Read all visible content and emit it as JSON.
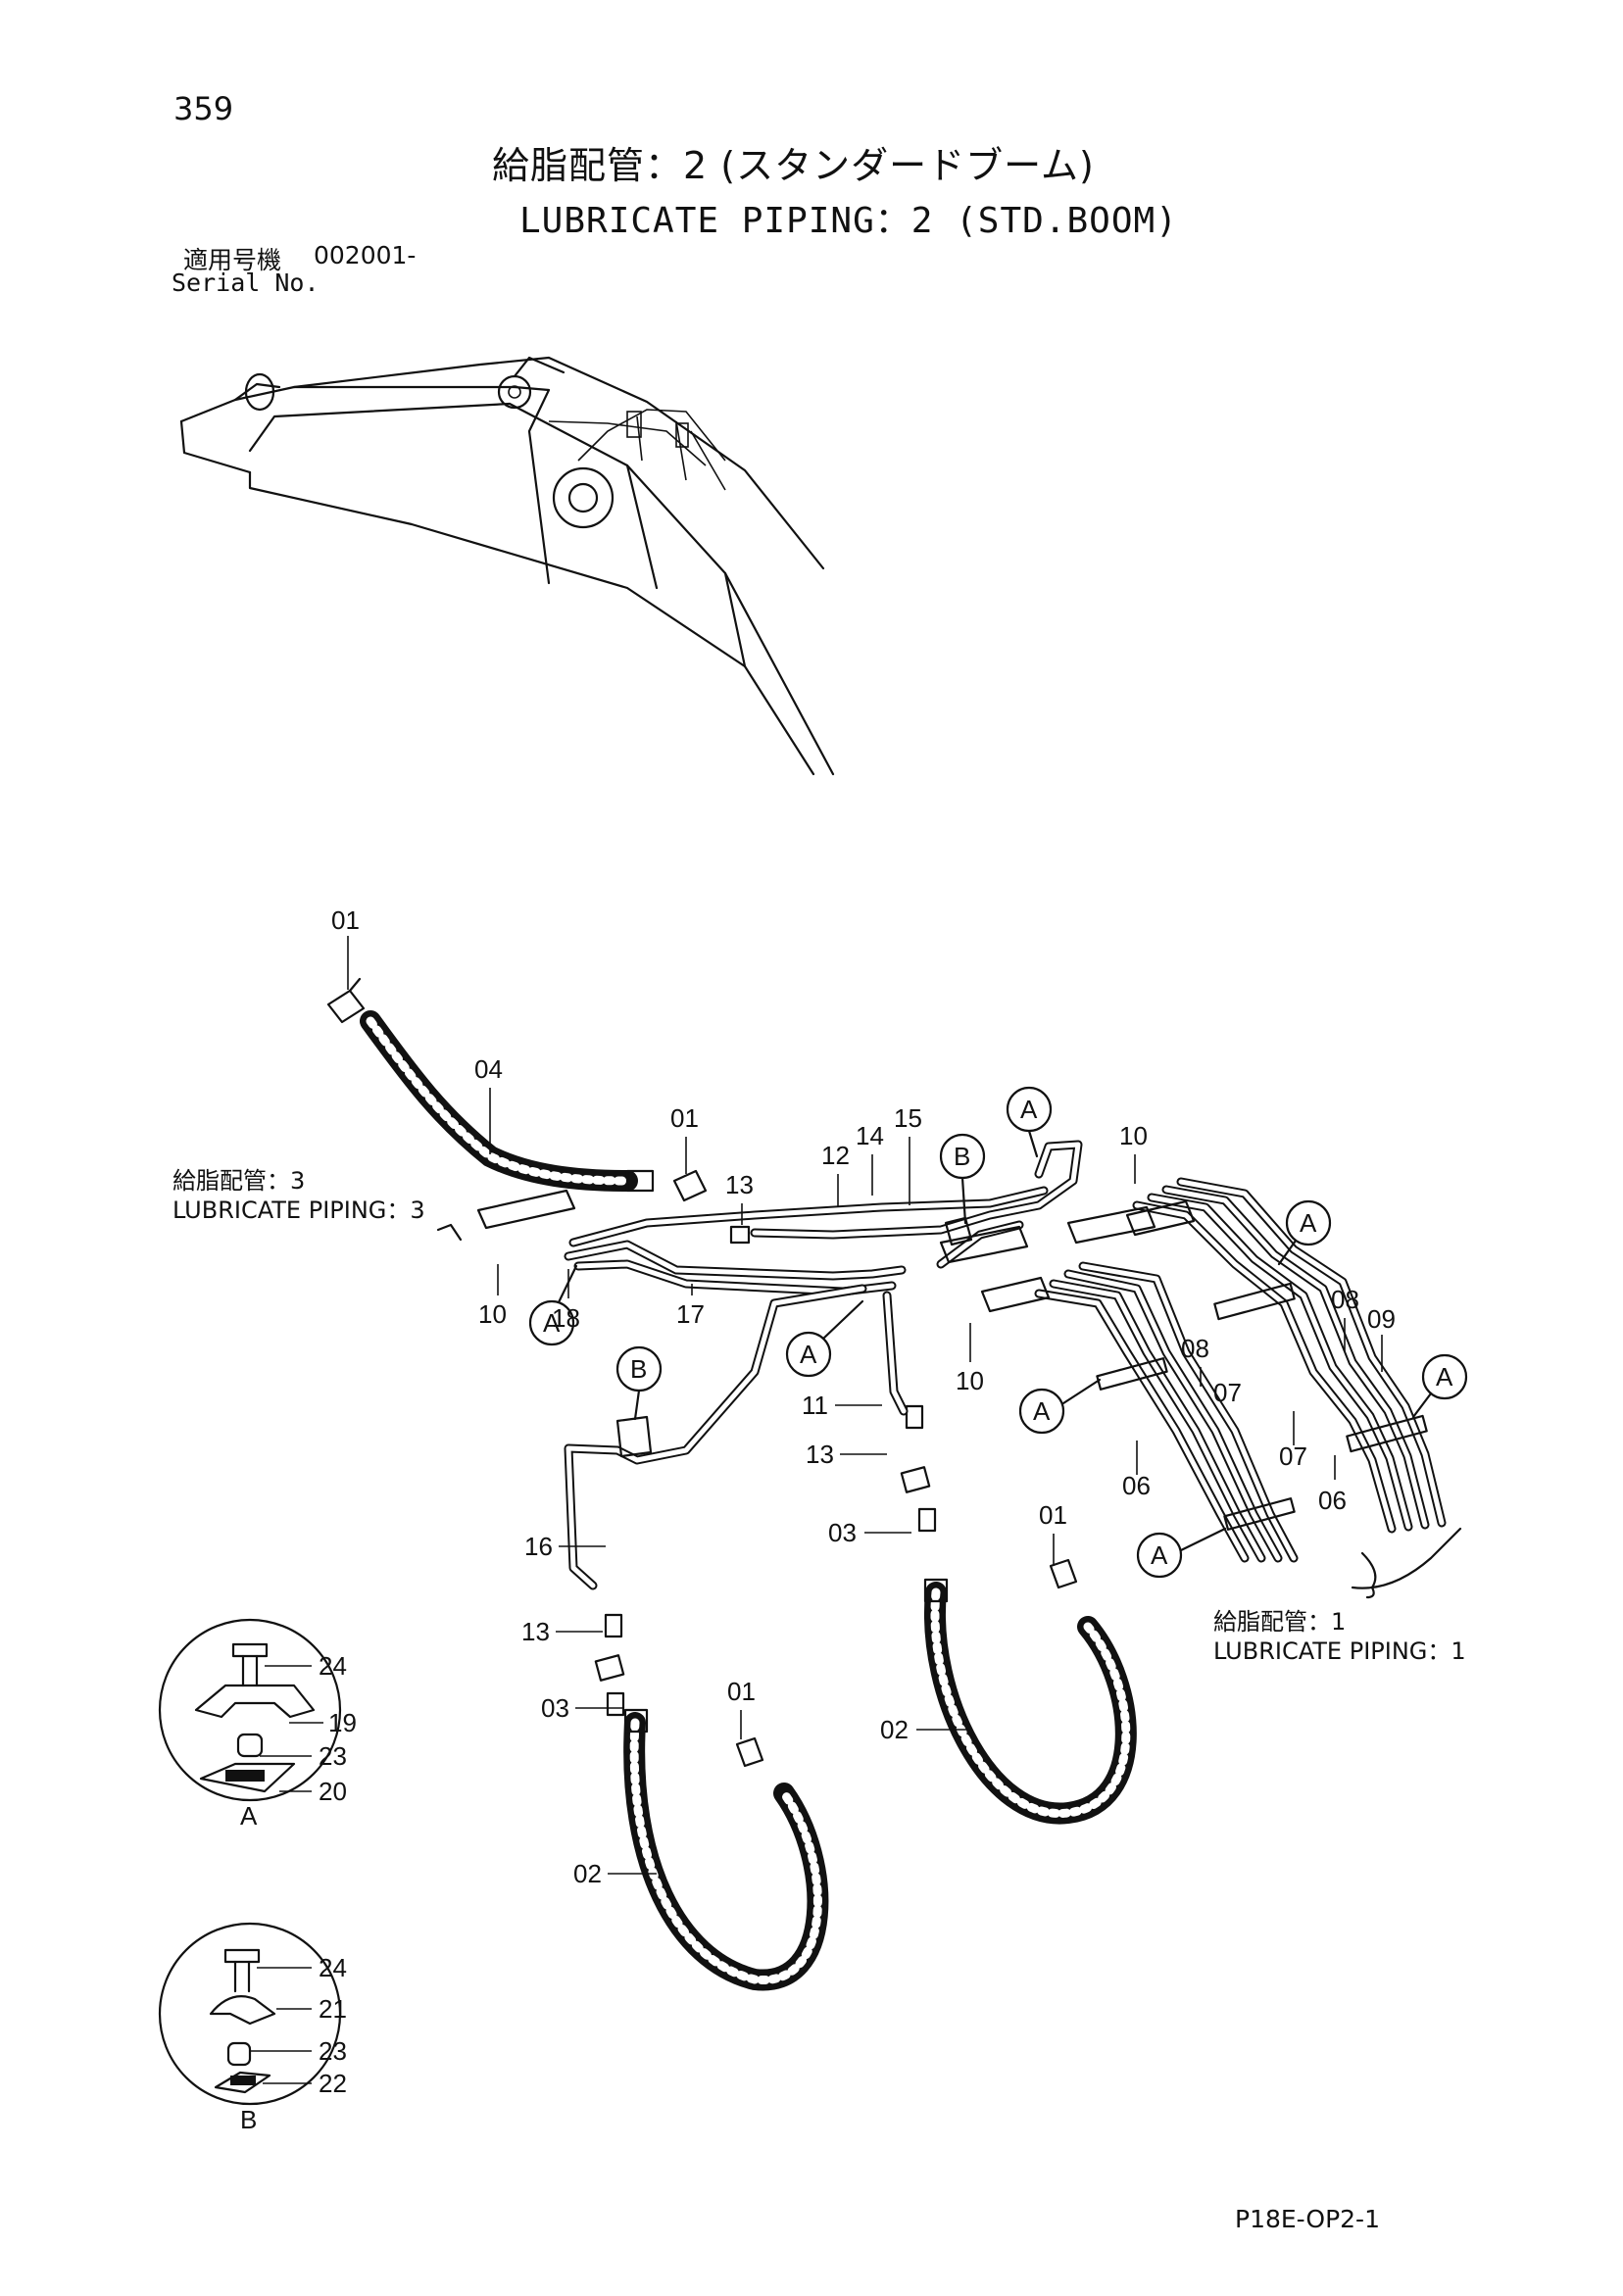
{
  "header": {
    "page_number": "359",
    "title_jp": "給脂配管：2 (スタンダードブーム)",
    "title_en": "LUBRICATE PIPING：2 (STD.BOOM)",
    "serial_label_jp": "適用号機",
    "serial_value": "002001-",
    "serial_label_en": "Serial No."
  },
  "cross_refs": {
    "piping3_jp": "給脂配管：3",
    "piping3_en": "LUBRICATE PIPING：3",
    "piping1_jp": "給脂配管：1",
    "piping1_en": "LUBRICATE PIPING：1"
  },
  "detail_labels": {
    "a": "A",
    "b": "B"
  },
  "callouts": {
    "a": "A",
    "b": "B"
  },
  "part_numbers": {
    "p01": "01",
    "p02": "02",
    "p03": "03",
    "p04": "04",
    "p06": "06",
    "p07": "07",
    "p08": "08",
    "p09": "09",
    "p10": "10",
    "p11": "11",
    "p12": "12",
    "p13": "13",
    "p14": "14",
    "p15": "15",
    "p16": "16",
    "p17": "17",
    "p18": "18",
    "p19": "19",
    "p20": "20",
    "p21": "21",
    "p22": "22",
    "p23": "23",
    "p24": "24"
  },
  "footer": {
    "doc_code": "P18E-OP2-1"
  }
}
